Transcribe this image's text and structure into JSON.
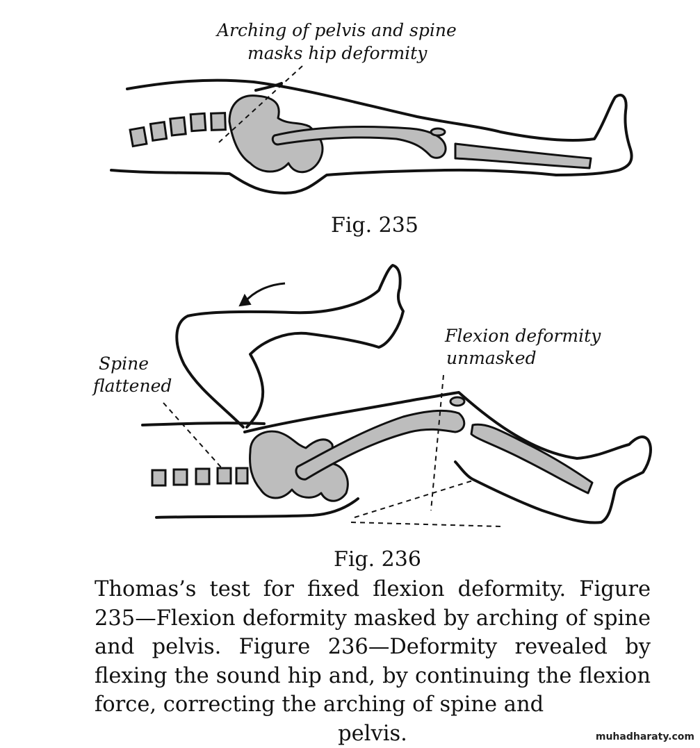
{
  "fig235": {
    "label_line1": "Arching of pelvis and spine",
    "label_line2": "masks hip deformity",
    "caption": "Fig. 235"
  },
  "fig236": {
    "spine_label_line1": "Spine",
    "spine_label_line2": "flattened",
    "flexion_label_line1": "Flexion deformity",
    "flexion_label_line2": "unmasked",
    "caption": "Fig. 236"
  },
  "caption": {
    "body": "Thomas’s test for fixed flexion deformity. Figure 235—Flexion deformity masked by arching of spine and pelvis. Figure 236—Deformity revealed by flexing the sound hip and, by continuing the flexion force, correcting the arching of spine and",
    "last_line": "pelvis."
  },
  "watermark": "muhadharaty.com",
  "colors": {
    "bone_fill": "#bdbdbd",
    "ink": "#111111"
  }
}
